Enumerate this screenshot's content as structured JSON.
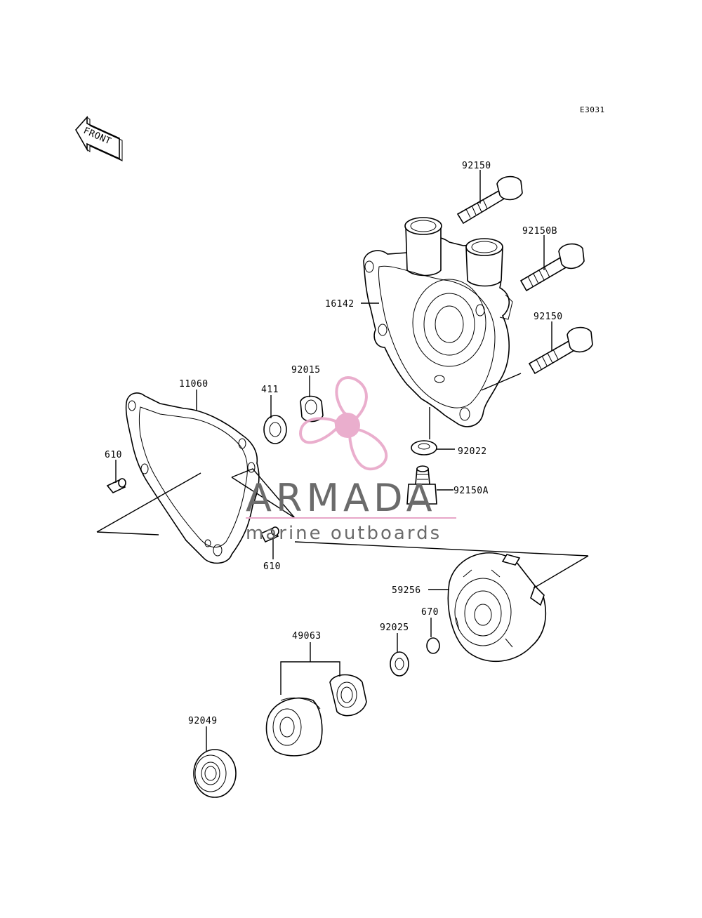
{
  "diagram": {
    "ref_code": "E3031",
    "front_label": "FRONT",
    "labels": {
      "l_92150_top": "92150",
      "l_92150b": "92150B",
      "l_92150_mid": "92150",
      "l_16142": "16142",
      "l_11060": "11060",
      "l_411": "411",
      "l_92015": "92015",
      "l_610_left": "610",
      "l_610_bottom": "610",
      "l_92022": "92022",
      "l_92150a": "92150A",
      "l_59256": "59256",
      "l_670": "670",
      "l_92025": "92025",
      "l_49063": "49063",
      "l_92049": "92049"
    }
  },
  "watermark": {
    "title": "ARMADA",
    "subtitle": "marine outboards",
    "logo_color": "#e8a6c8"
  }
}
